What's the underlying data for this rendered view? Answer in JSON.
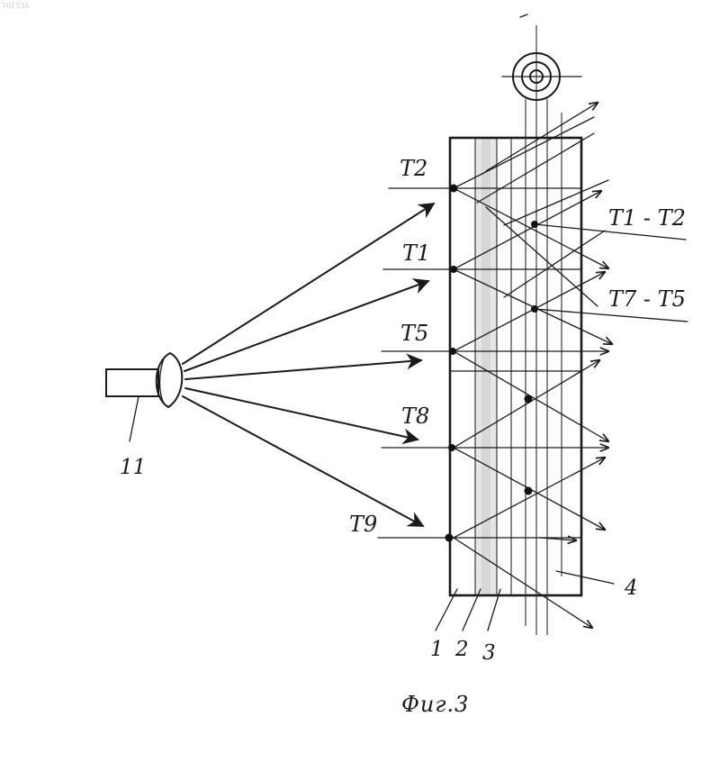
{
  "scan_id": "701535",
  "figure_caption": "Фиг.3",
  "numerals": {
    "source": "11",
    "layer_1": "1",
    "layer_2": "2",
    "layer_3": "3",
    "layer_4": "4"
  },
  "point_labels": {
    "t2": "T2",
    "t1": "T1",
    "t5": "T5",
    "t8": "T8",
    "t9": "T9"
  },
  "difference_labels": {
    "t1_t2": "T1 - T2",
    "t7_t5": "T7 - T5"
  }
}
